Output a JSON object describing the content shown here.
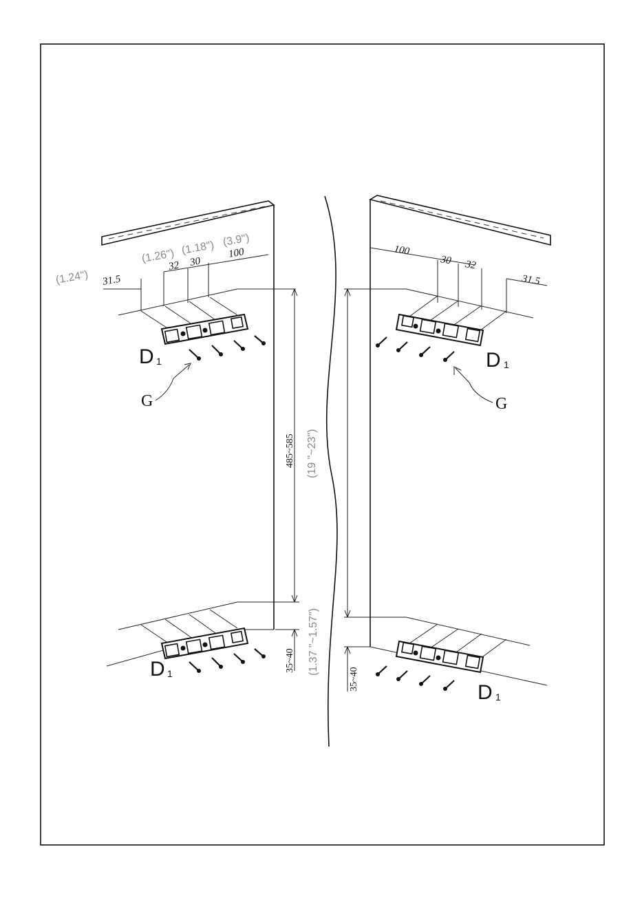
{
  "labels": {
    "bracket": "D",
    "bracket_sub": "1",
    "screw": "G"
  },
  "dimensions": {
    "left_gap": "31.5",
    "left_gap_in": "(1.24\")",
    "clip_a": "32",
    "clip_a_in": "(1.26\")",
    "clip_b": "30",
    "clip_b_in": "(1.18\")",
    "edge": "100",
    "edge_in": "(3.9\")",
    "vertical": "485~585",
    "vertical_in": "(19 \"~23\")",
    "bottom": "35~40",
    "bottom_in": "(1.37 \"~1.57\")"
  }
}
